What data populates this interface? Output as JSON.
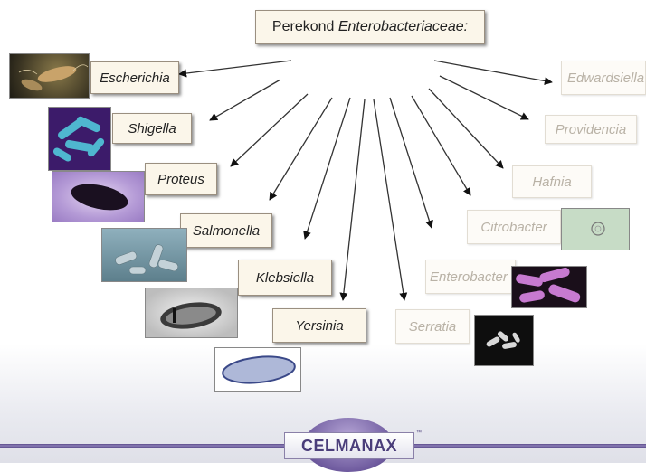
{
  "title": {
    "prefix": "Perekond ",
    "family": "Enterobacteriaceae:"
  },
  "genera_primary": [
    {
      "name": "Escherichia"
    },
    {
      "name": "Shigella"
    },
    {
      "name": "Proteus"
    },
    {
      "name": "Salmonella"
    },
    {
      "name": "Klebsiella"
    },
    {
      "name": "Yersinia"
    }
  ],
  "genera_secondary": [
    {
      "name": "Edwardsiella"
    },
    {
      "name": "Providencia"
    },
    {
      "name": "Hafnia"
    },
    {
      "name": "Citrobacter"
    },
    {
      "name": "Enterobacter"
    },
    {
      "name": "Serratia"
    }
  ],
  "logo": {
    "text": "CELMANAX",
    "trademark": "™"
  },
  "colors": {
    "box_fill": "#fbf6ea",
    "box_border": "#9a8f80",
    "faded_text": "#b9b2a6",
    "logo_purple": "#4a3d7a"
  }
}
